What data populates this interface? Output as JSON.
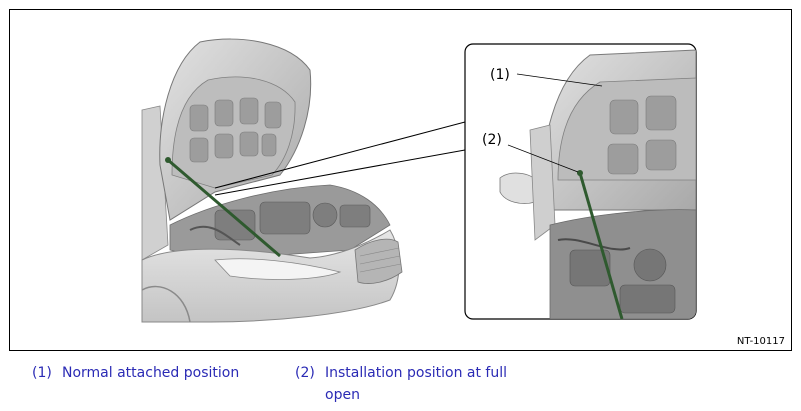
{
  "figure": {
    "id_label": "NT-10117",
    "callouts": [
      {
        "label": "(1)"
      },
      {
        "label": "(2)"
      }
    ],
    "colors": {
      "stay_rod": "#2f5a2f",
      "caption_text": "#2b2bb5"
    }
  },
  "captions": [
    {
      "number": "(1)",
      "text": "Normal attached position"
    },
    {
      "number": "(2)",
      "text": "Installation position at full open"
    }
  ]
}
